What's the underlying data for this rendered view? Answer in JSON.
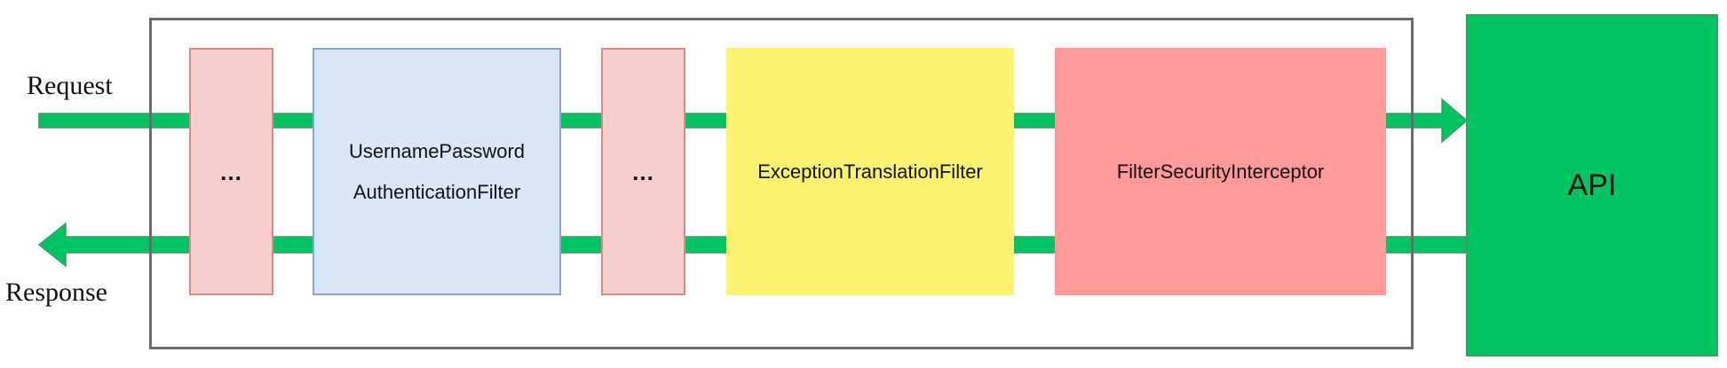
{
  "labels": {
    "request": "Request",
    "response": "Response"
  },
  "filters": [
    {
      "id": "dots1",
      "text": "..."
    },
    {
      "id": "upaf",
      "line1": "UsernamePassword",
      "line2": "AuthenticationFilter"
    },
    {
      "id": "dots2",
      "text": "..."
    },
    {
      "id": "etf",
      "text": "ExceptionTranslationFilter"
    },
    {
      "id": "fsi",
      "text": "FilterSecurityInterceptor"
    }
  ],
  "api": {
    "label": "API"
  },
  "colors": {
    "arrow": "#00c462",
    "arrow_border": "#3f9a63",
    "dots_filter": "#f8cecc",
    "upaf_filter": "#d8e6f8",
    "etf_filter": "#fdf26f",
    "fsi_filter": "#ff9a98",
    "api": "#00c462",
    "container_border": "#6a6a6a"
  }
}
